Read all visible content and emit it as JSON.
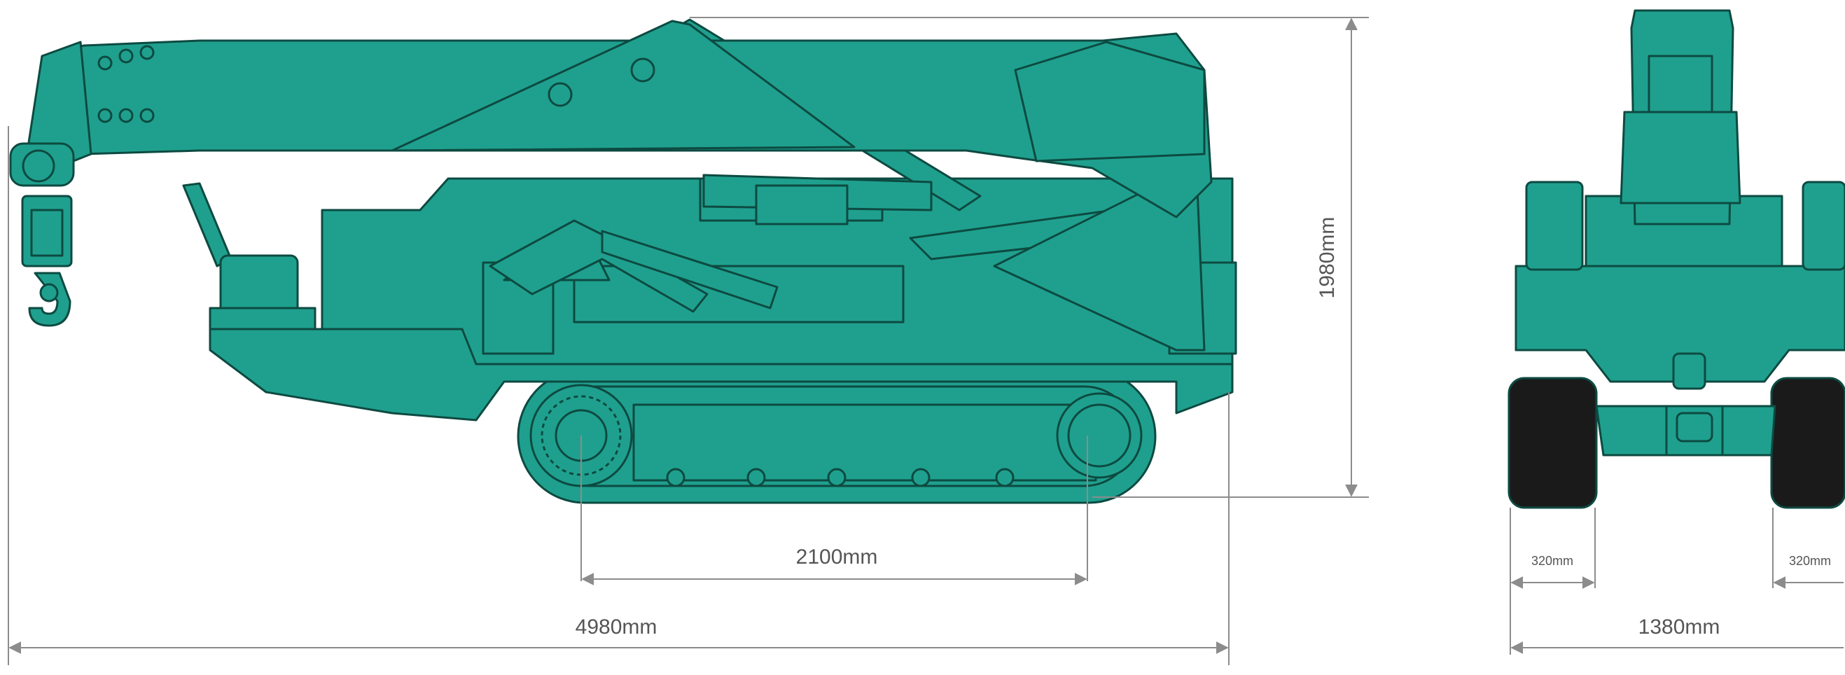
{
  "colors": {
    "body": "#1fa08e",
    "outline": "#0d4a41",
    "track": "#1a1a1a",
    "dimension_line": "#8c8c8c",
    "dimension_text": "#555555",
    "background": "#ffffff"
  },
  "dimensions": {
    "overall_length": "4980mm",
    "track_wheelbase": "2100mm",
    "height": "1980mm",
    "overall_width": "1380mm",
    "left_track_width": "320mm",
    "right_track_width": "320mm"
  }
}
